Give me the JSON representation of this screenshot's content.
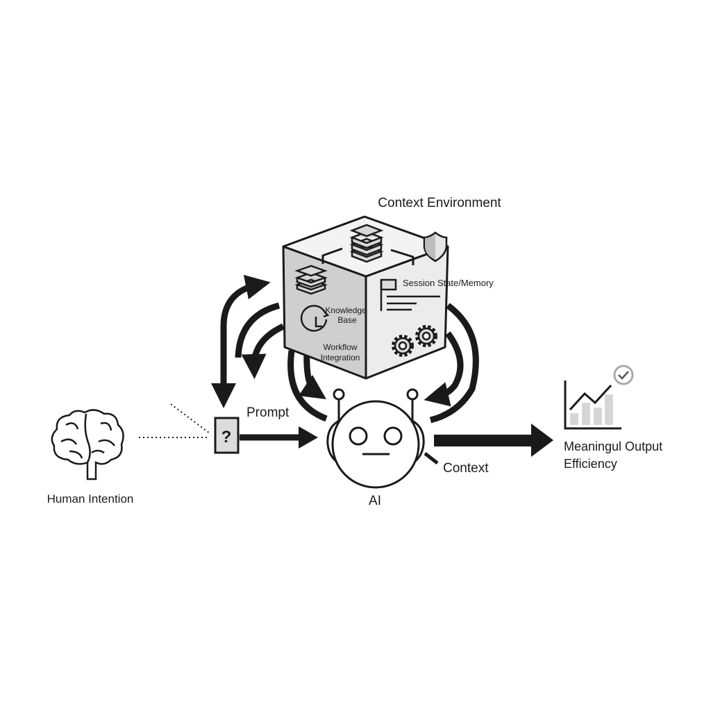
{
  "labels": {
    "context_environment": "Context Environment",
    "session_state": "Session State/Memory",
    "knowledge_base_line1": "Knowledge",
    "knowledge_base_line2": "Base",
    "workflow_line1": "Workflow",
    "workflow_line2": "Integration",
    "prompt": "Prompt",
    "prompt_box_symbol": "?",
    "context": "Context",
    "ai": "AI",
    "human_intention": "Human Intention",
    "output_line1": "Meaningul Output",
    "output_line2": "Efficiency"
  },
  "colors": {
    "stroke": "#1a1a1a",
    "face_left": "#cfcfcf",
    "face_right": "#ececec",
    "face_top": "#f2f2f2",
    "bars": "#d6d6d6"
  }
}
